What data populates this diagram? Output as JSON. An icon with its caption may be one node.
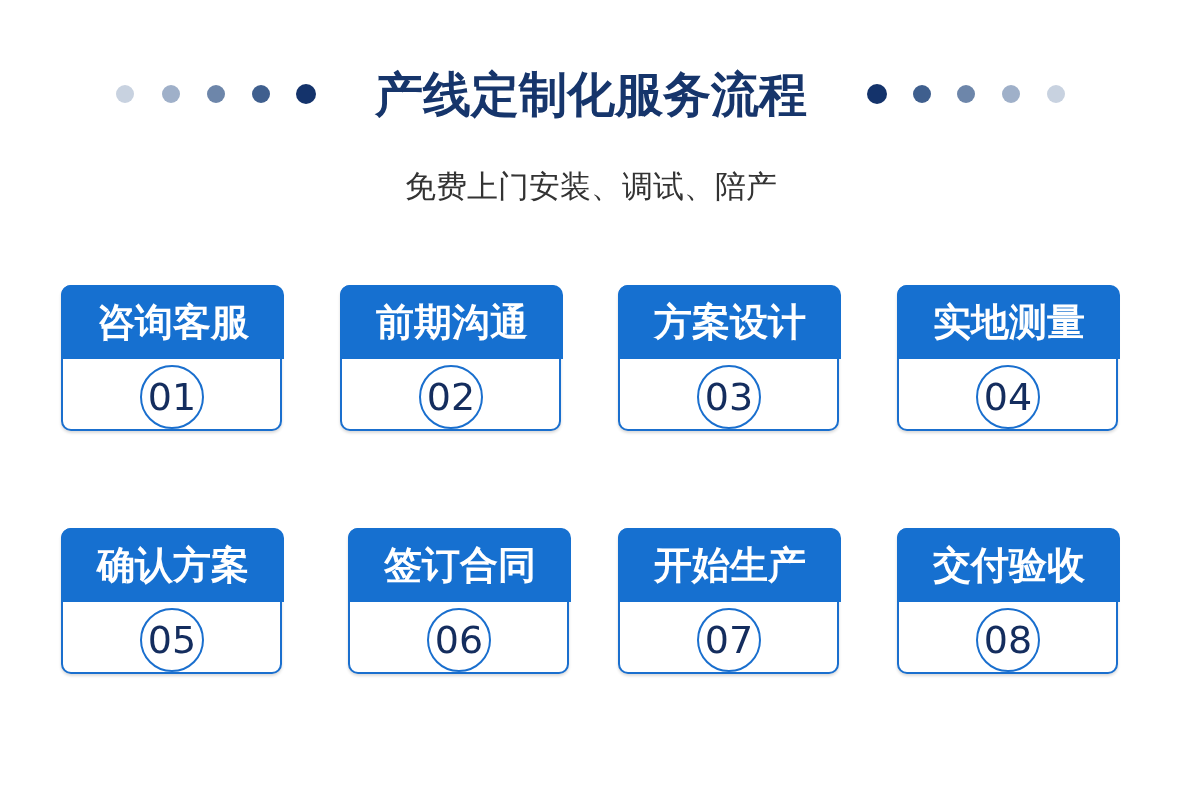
{
  "diagram": {
    "title": "产线定制化服务流程",
    "nodes": [
      {
        "text": [
          "咨询客服",
          "01"
        ]
      },
      {
        "text": [
          "前期沟通",
          "02"
        ]
      },
      {
        "text": [
          "方案设计",
          "03"
        ]
      },
      {
        "text": [
          "实地测量",
          "04"
        ]
      },
      {
        "text": [
          "确认方案",
          "05"
        ]
      },
      {
        "text": [
          "签订合同",
          "06"
        ]
      },
      {
        "text": [
          "开始生产",
          "07"
        ]
      },
      {
        "text": [
          "交付验收",
          "08"
        ]
      }
    ],
    "labels": [
      "免费上门安装、调试、陪产"
    ]
  }
}
